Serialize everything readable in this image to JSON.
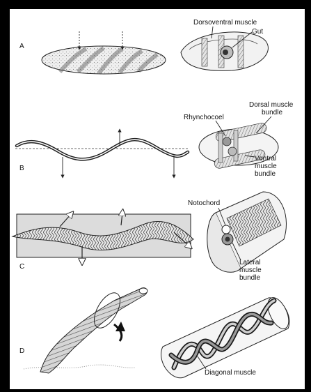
{
  "panels": {
    "a": "A",
    "b": "B",
    "c": "C",
    "d": "D"
  },
  "labels": {
    "dorsoventral_muscle": "Dorsoventral muscle",
    "gut": "Gut",
    "rhynchocoel": "Rhynchocoel",
    "dorsal_muscle_bundle_1": "Dorsal muscle",
    "dorsal_muscle_bundle_2": "bundle",
    "ventral_muscle_bundle_1": "Ventral",
    "ventral_muscle_bundle_2": "muscle",
    "ventral_muscle_bundle_3": "bundle",
    "notochord": "Notochord",
    "lateral_muscle_bundle_1": "Lateral",
    "lateral_muscle_bundle_2": "muscle",
    "lateral_muscle_bundle_3": "bundle",
    "diagonal_muscle": "Diagonal muscle"
  },
  "colors": {
    "background": "#000000",
    "canvas": "#ffffff",
    "ink": "#111111",
    "shade_light": "#e9e9e9",
    "shade_mid": "#bdbdbd",
    "shade_dark": "#7a7a7a"
  }
}
